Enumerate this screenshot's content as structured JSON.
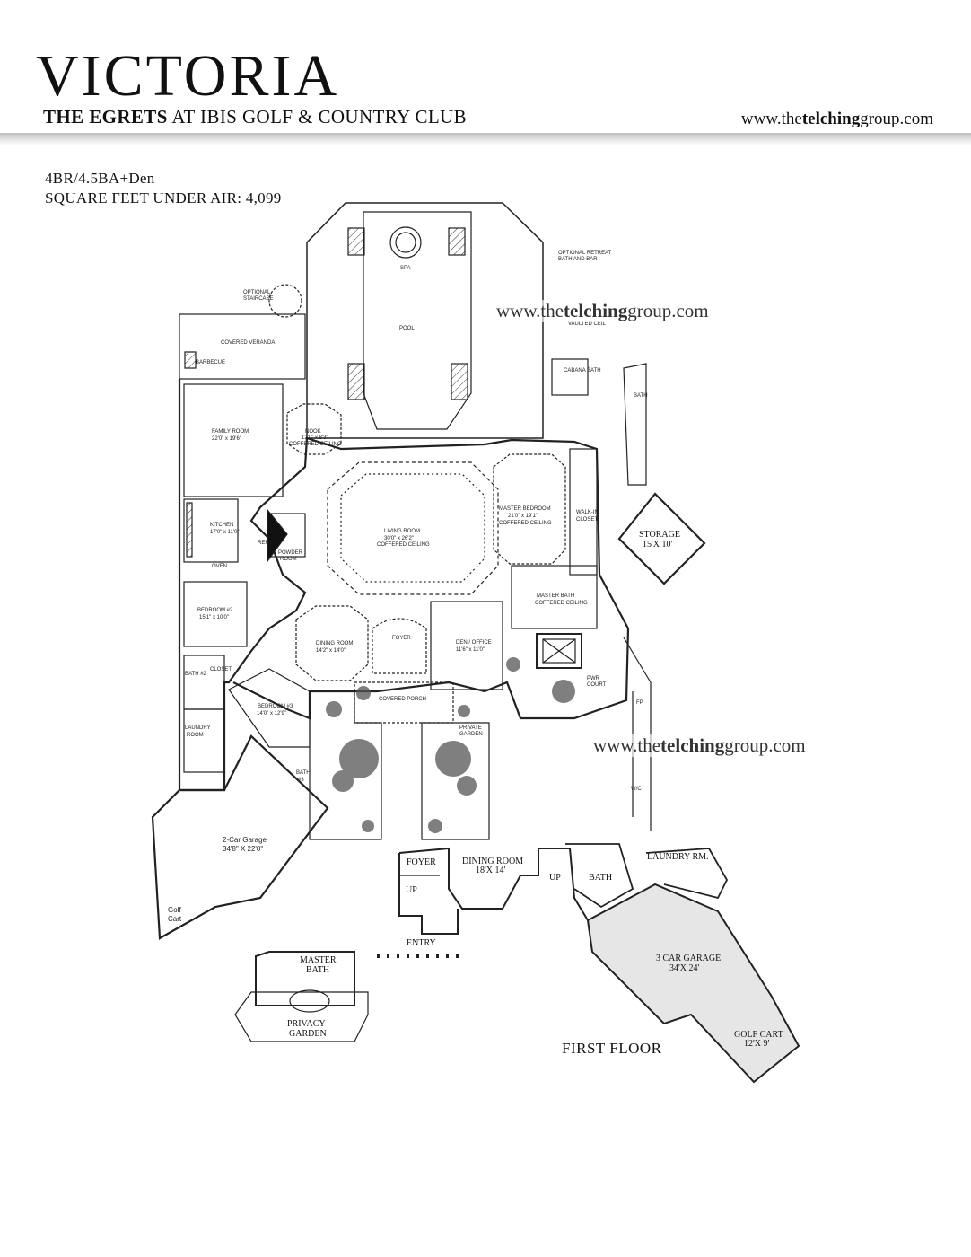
{
  "header": {
    "title": "VICTORIA",
    "subtitle_bold": "THE EGRETS",
    "subtitle_rest": "AT IBIS GOLF & COUNTRY CLUB",
    "site": {
      "pre": "www.the",
      "bold": "telching",
      "post": "group.com"
    }
  },
  "specs": {
    "line1": "4BR/4.5BA+Den",
    "line2": "SQUARE FEET UNDER AIR: 4,099"
  },
  "watermarks": [
    {
      "pre": "www.the",
      "bold": "telching",
      "post": "group.com"
    },
    {
      "pre": "www.the",
      "bold": "telching",
      "post": "group.com"
    }
  ],
  "rooms": {
    "spa": "SPA",
    "pool": "POOL",
    "optional_retreat": "OPTIONAL RETREAT",
    "optional_retreat_2": "BATH AND BAR",
    "optional_staircase": "OPTIONAL",
    "optional_staircase_2": "STAIRCASE",
    "vaulted": "VAULTED CEIL",
    "covered_veranda": "COVERED VERANDA",
    "barbecue": "BARBECUE",
    "cabana_bath": "CABANA BATH",
    "family_room": "FAMILY ROOM",
    "family_room_dim": "22'0\" x 19'6\"",
    "nook": "NOOK",
    "nook_dim": "12'0\" x 8'3\"",
    "nook_ceiling": "COFFERED CEILING",
    "kitchen": "KITCHEN",
    "kitchen_dim": "17'0\" x 11'0\"",
    "living_room": "LIVING ROOM",
    "living_room_dim": "30'0\" x 26'2\"",
    "living_room_ceiling": "COFFERED CEILING",
    "master_bedroom": "MASTER BEDROOM",
    "master_bedroom_dim": "21'0\" x 19'1\"",
    "master_bedroom_ceiling": "COFFERED CEILING",
    "walk_in_closet": "WALK-IN",
    "walk_in_closet_2": "CLOSET",
    "powder_room": "POWDER",
    "powder_room_2": "ROOM",
    "oven": "OVEN",
    "ref": "REF",
    "master_bath": "MASTER BATH",
    "master_bath_ceiling": "COFFERED CEILING",
    "bedroom2": "BEDROOM #2",
    "bedroom2_dim": "15'1\" x 10'0\"",
    "closet": "CLOSET",
    "dining_room": "DINING ROOM",
    "dining_room_dim": "14'2\" x 14'0\"",
    "foyer": "FOYER",
    "den_office": "DEN / OFFICE",
    "den_office_dim": "11'6\" x 11'0\"",
    "bath2": "BATH #2",
    "bedroom3": "BEDROOM #3",
    "bedroom3_dim": "14'0\" x 12'9\"",
    "covered_porch": "COVERED PORCH",
    "private_garden": "PRIVATE",
    "private_garden_2": "GARDEN",
    "pwr_court": "PWR",
    "pwr_court_2": "COURT",
    "laundry": "LAUNDRY",
    "laundry_2": "ROOM",
    "bath3": "BATH",
    "bath3_2": "#3",
    "garage2": "2-Car Garage",
    "garage2_dim": "34'8\" X 22'0\"",
    "golf_cart_left": "Golf",
    "golf_cart_left_2": "Cart",
    "storage": "STORAGE",
    "storage_dim": "15'X 10'",
    "bath_upper": "BATH",
    "ii_foyer": "FOYER",
    "ii_up": "UP",
    "ii_dining": "DINING ROOM",
    "ii_dining_dim": "18'X 14'",
    "ii_up2": "UP",
    "ii_entry": "ENTRY",
    "ii_bath": "BATH",
    "ii_laundry": "LAUNDRY RM.",
    "ii_garage": "3 CAR GARAGE",
    "ii_garage_dim": "34'X 24'",
    "ii_golf": "GOLF CART",
    "ii_golf_dim": "12'X 9'",
    "ii_master_bath": "MASTER",
    "ii_master_bath_2": "BATH",
    "ii_privacy": "PRIVACY",
    "ii_privacy_2": "GARDEN",
    "ii_fp": "FP",
    "ii_wic": "W/C"
  },
  "caption": "FIRST FLOOR"
}
